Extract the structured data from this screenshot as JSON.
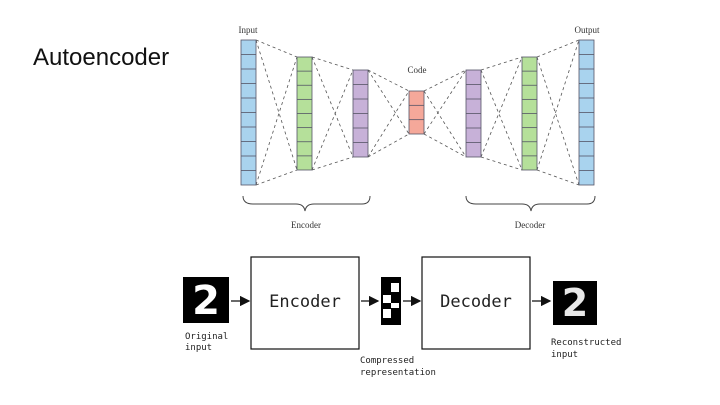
{
  "slide": {
    "title": "Autoencoder"
  },
  "network_diagram": {
    "labels": {
      "input": "Input",
      "code": "Code",
      "output": "Output",
      "encoder": "Encoder",
      "decoder": "Decoder"
    },
    "layers": [
      {
        "role": "input",
        "units": 10,
        "color": "#a9d3ee"
      },
      {
        "role": "hidden",
        "units": 8,
        "color": "#b5e09a"
      },
      {
        "role": "hidden",
        "units": 6,
        "color": "#c7b1d8"
      },
      {
        "role": "code",
        "units": 3,
        "color": "#f5a89a"
      },
      {
        "role": "hidden",
        "units": 6,
        "color": "#c7b1d8"
      },
      {
        "role": "hidden",
        "units": 8,
        "color": "#b5e09a"
      },
      {
        "role": "output",
        "units": 10,
        "color": "#a9d3ee"
      }
    ]
  },
  "pipeline_diagram": {
    "encoder_label": "Encoder",
    "decoder_label": "Decoder",
    "input_caption_line1": "Original",
    "input_caption_line2": "input",
    "code_caption_line1": "Compressed",
    "code_caption_line2": "representation",
    "output_caption_line1": "Reconstructed",
    "output_caption_line2": "input",
    "digit_glyph": "2"
  }
}
